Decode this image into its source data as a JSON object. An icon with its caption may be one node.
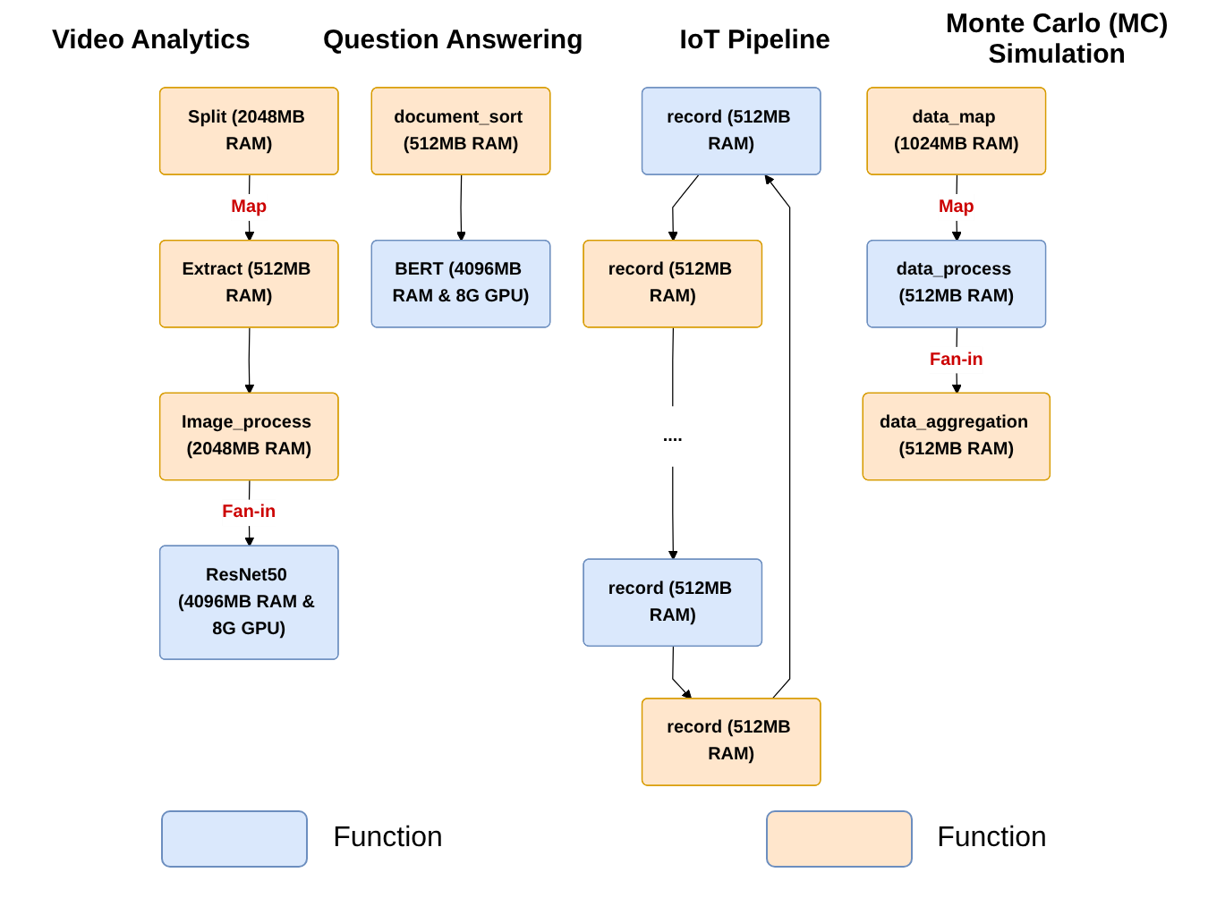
{
  "diagram": {
    "nodes": [
      {
        "text": [
          "Split (2048MB RAM)"
        ]
      },
      {
        "text": [
          "Extract (512MB RAM)"
        ]
      },
      {
        "text": [
          "Image_process (2048MB RAM)"
        ]
      },
      {
        "text": [
          "ResNet50 (4096MB RAM & 8G GPU)"
        ]
      },
      {
        "text": [
          "document_sort (512MB RAM)"
        ]
      },
      {
        "text": [
          "BERT (4096MB RAM & 8G GPU)"
        ]
      },
      {
        "text": [
          "record (512MB RAM)"
        ]
      },
      {
        "text": [
          "record (512MB RAM)"
        ]
      },
      {
        "text": [
          "...."
        ]
      },
      {
        "text": [
          "record (512MB RAM)"
        ]
      },
      {
        "text": [
          "record (512MB RAM)"
        ]
      },
      {
        "text": [
          "data_map (1024MB RAM)"
        ]
      },
      {
        "text": [
          "data_process (512MB RAM)"
        ]
      },
      {
        "text": [
          "data_aggregation (512MB RAM)"
        ]
      }
    ],
    "edges": [
      {
        "from": 0,
        "to": 1,
        "arrow": "to",
        "label": "Map"
      },
      {
        "from": 1,
        "to": 2,
        "arrow": "to"
      },
      {
        "from": 2,
        "to": 3,
        "arrow": "to",
        "label": "Fan-in"
      },
      {
        "from": 4,
        "to": 5,
        "arrow": "to"
      },
      {
        "from": 6,
        "to": 7,
        "arrow": "to"
      },
      {
        "from": 7,
        "to": 8,
        "arrow": "none"
      },
      {
        "from": 8,
        "to": 9,
        "arrow": "to"
      },
      {
        "from": 9,
        "to": 10,
        "arrow": "to"
      },
      {
        "from": 10,
        "to": 6,
        "arrow": "to"
      },
      {
        "from": 11,
        "to": 12,
        "arrow": "to",
        "label": "Map"
      },
      {
        "from": 12,
        "to": 13,
        "arrow": "to",
        "label": "Fan-in"
      }
    ],
    "labels": [
      "Video Analytics",
      "Question Answering",
      "IoT Pipeline",
      "Monte Carlo (MC) Simulation"
    ],
    "legend": [
      {
        "text": "Function",
        "color": "#dae8fc"
      },
      {
        "text": "Function",
        "color": "#ffe6cc"
      }
    ]
  }
}
